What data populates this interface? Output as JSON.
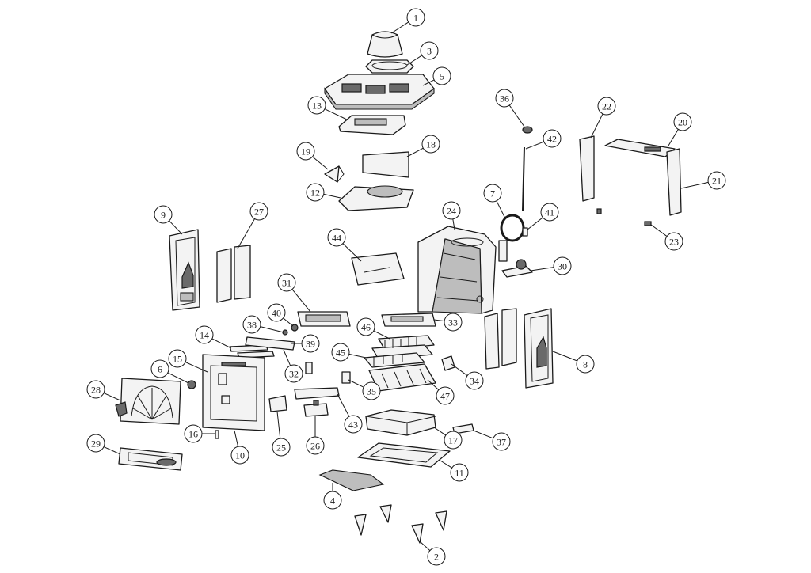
{
  "diagram": {
    "type": "exploded-parts-diagram",
    "part_numbers": [
      "1",
      "2",
      "3",
      "4",
      "5",
      "6",
      "7",
      "8",
      "9",
      "10",
      "11",
      "12",
      "13",
      "14",
      "15",
      "16",
      "17",
      "18",
      "19",
      "20",
      "21",
      "22",
      "23",
      "24",
      "25",
      "26",
      "27",
      "28",
      "29",
      "30",
      "31",
      "32",
      "33",
      "34",
      "35",
      "36",
      "37",
      "38",
      "39",
      "40",
      "41",
      "42",
      "43",
      "44",
      "45",
      "46",
      "47"
    ]
  }
}
